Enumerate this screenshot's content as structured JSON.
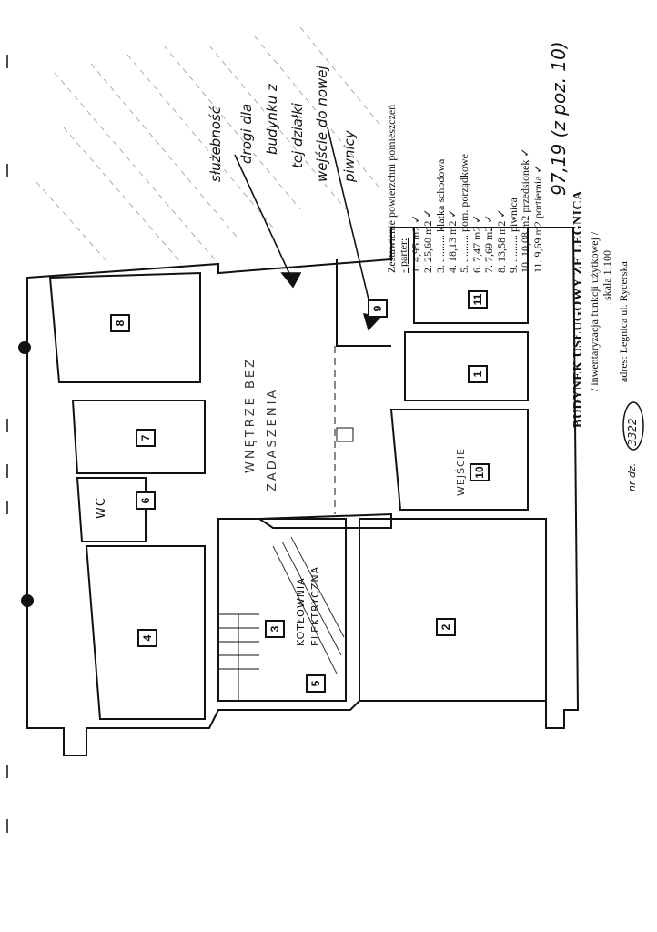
{
  "legend": {
    "header": "Zestawienie powierzchni pomieszczeń",
    "floor": "- parter:",
    "items": [
      {
        "no": "1.",
        "area": "4,95 m2",
        "name": ""
      },
      {
        "no": "2.",
        "area": "25,60 m2",
        "name": ""
      },
      {
        "no": "3.",
        "area": "..........",
        "name": "klatka schodowa"
      },
      {
        "no": "4.",
        "area": "18,13 m2",
        "name": ""
      },
      {
        "no": "5.",
        "area": "..........",
        "name": "pom. porządkowe"
      },
      {
        "no": "6.",
        "area": "7,47 m2",
        "name": ""
      },
      {
        "no": "7.",
        "area": "7,69 m2",
        "name": ""
      },
      {
        "no": "8.",
        "area": "13,58 m2",
        "name": ""
      },
      {
        "no": "9.",
        "area": "..........",
        "name": "piwnica"
      },
      {
        "no": "10.",
        "area": "10,08 m2",
        "name": "przedsionek"
      },
      {
        "no": "11.",
        "area": "9,69 m2",
        "name": "portiernia"
      }
    ]
  },
  "title": {
    "main": "BUDYNEK USŁUGOWY ZE LEGNICA",
    "subtitle": "/ inwentaryzacja funkcji użytkowej /",
    "scale": "skala 1:100",
    "address": "adres: Legnica ul. Rycerska"
  },
  "handwritten": {
    "total": "97,19 (z poz. 10)",
    "note_lines": [
      "służebność",
      "drogi dla",
      "budynku z",
      "tej działki",
      "wejście do nowej",
      "piwnicy"
    ],
    "courtyard_1": "WNĘTRZE BEZ",
    "courtyard_2": "ZADASZENIA",
    "boiler_1": "KOTŁOWNIA",
    "boiler_2": "ELEKTRYCZNA",
    "entrance": "WEJŚCIE",
    "wc": "WC",
    "ref_prefix": "nr dz.",
    "ref_number": "3322"
  },
  "rooms": [
    "1",
    "2",
    "3",
    "4",
    "5",
    "6",
    "7",
    "8",
    "9",
    "10",
    "11"
  ]
}
